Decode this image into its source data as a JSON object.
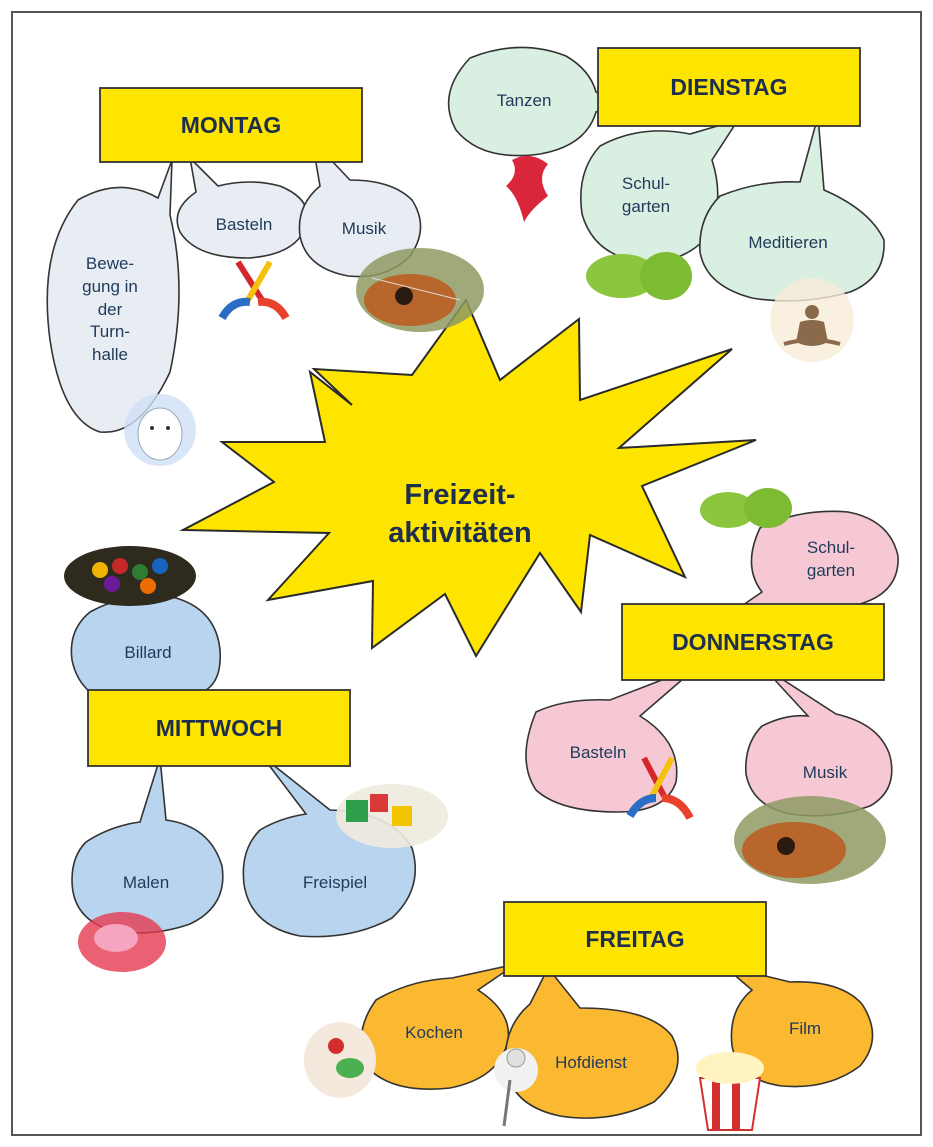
{
  "center": {
    "line1": "Freizeit-",
    "line2": "aktivitäten"
  },
  "colors": {
    "day_box": "#fde500",
    "star": "#fde500",
    "montag": "#e8ecf3",
    "dienstag": "#d8efe2",
    "mittwoch": "#b9d4ee",
    "donnerstag": "#f5c8d4",
    "freitag": "#fbb831",
    "text": "#1e2e4e"
  },
  "montag": {
    "label": "MONTAG",
    "activities": [
      "Bewegung in der Turnhalle",
      "Basteln",
      "Musik"
    ],
    "bewegung_lines": [
      "Bewe-",
      "gung in",
      "der",
      "Turn-",
      "halle"
    ],
    "icons": [
      "cat-mascot-icon",
      "scissors-icon",
      "guitar-icon"
    ]
  },
  "dienstag": {
    "label": "DIENSTAG",
    "activities": [
      "Tanzen",
      "Schulgarten",
      "Meditieren"
    ],
    "schulgarten_lines": [
      "Schul-",
      "garten"
    ],
    "icons": [
      "dancer-icon",
      "leaves-icon",
      "meditation-icon"
    ]
  },
  "mittwoch": {
    "label": "MITTWOCH",
    "activities": [
      "Billard",
      "Malen",
      "Freispiel"
    ],
    "icons": [
      "billiard-balls-icon",
      "paint-icon",
      "toys-icon"
    ]
  },
  "donnerstag": {
    "label": "DONNERSTAG",
    "activities": [
      "Schulgarten",
      "Basteln",
      "Musik"
    ],
    "schulgarten_lines": [
      "Schul-",
      "garten"
    ],
    "icons": [
      "leaves-icon",
      "scissors-icon",
      "guitar-icon"
    ]
  },
  "freitag": {
    "label": "FREITAG",
    "activities": [
      "Kochen",
      "Hofdienst",
      "Film"
    ],
    "icons": [
      "salad-icon",
      "sweeping-figure-icon",
      "popcorn-icon"
    ]
  }
}
